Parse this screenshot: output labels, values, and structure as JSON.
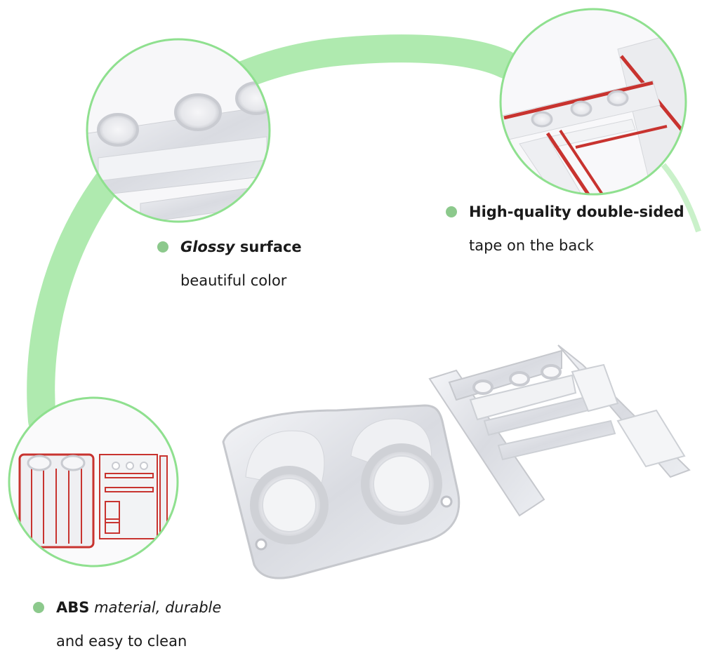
{
  "colors": {
    "accent_green": "#a6e8a6",
    "bullet_green": "#8cc98c",
    "trim_silver": "#e4e5e9",
    "tape_red": "#c8332f"
  },
  "callouts": {
    "glossy": {
      "line1_bold": "Glossy",
      "line1_rest": " surface",
      "line2": "beautiful color",
      "icon": "bullet-dot-icon"
    },
    "tape": {
      "line1_bold": "High-quality double-sided",
      "line1_rest": "",
      "line2": "tape on the back",
      "icon": "bullet-dot-icon"
    },
    "abs": {
      "line1_bold": "ABS",
      "line1_rest": " material, durable",
      "line2": "and easy to clean",
      "icon": "bullet-dot-icon"
    }
  }
}
